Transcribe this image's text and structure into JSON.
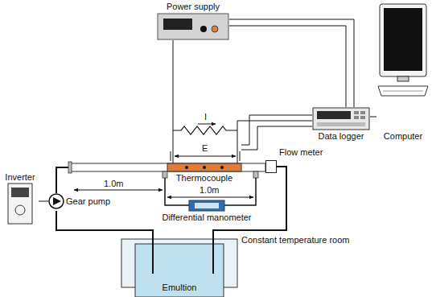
{
  "diagram": {
    "nodes": [
      {
        "text": [
          "Power supply"
        ]
      },
      {
        "text": [
          "Data logger"
        ]
      },
      {
        "text": [
          "Computer"
        ]
      },
      {
        "text": [
          "Thermocouple"
        ]
      },
      {
        "text": [
          "Flow meter"
        ]
      },
      {
        "text": [
          "Differential manometer"
        ]
      },
      {
        "text": [
          "Inverter"
        ]
      },
      {
        "text": [
          "Gear pump"
        ]
      },
      {
        "text": [
          "Constant temperature room",
          "Emultion"
        ]
      }
    ],
    "edges": [
      {
        "from": 0,
        "to": 1,
        "arrow": "none"
      },
      {
        "from": 1,
        "to": 2,
        "arrow": "none"
      },
      {
        "from": 0,
        "to": 3,
        "arrow": "none"
      },
      {
        "from": 1,
        "to": 3,
        "arrow": "none"
      },
      {
        "from": 3,
        "to": 4,
        "arrow": "none"
      },
      {
        "from": 4,
        "to": 8,
        "arrow": "none"
      },
      {
        "from": 8,
        "to": 7,
        "arrow": "none"
      },
      {
        "from": 6,
        "to": 7,
        "arrow": "none"
      },
      {
        "from": 7,
        "to": 3,
        "arrow": "none"
      }
    ],
    "labels": [
      "1.0m",
      "1.0m",
      "E",
      "I"
    ]
  }
}
